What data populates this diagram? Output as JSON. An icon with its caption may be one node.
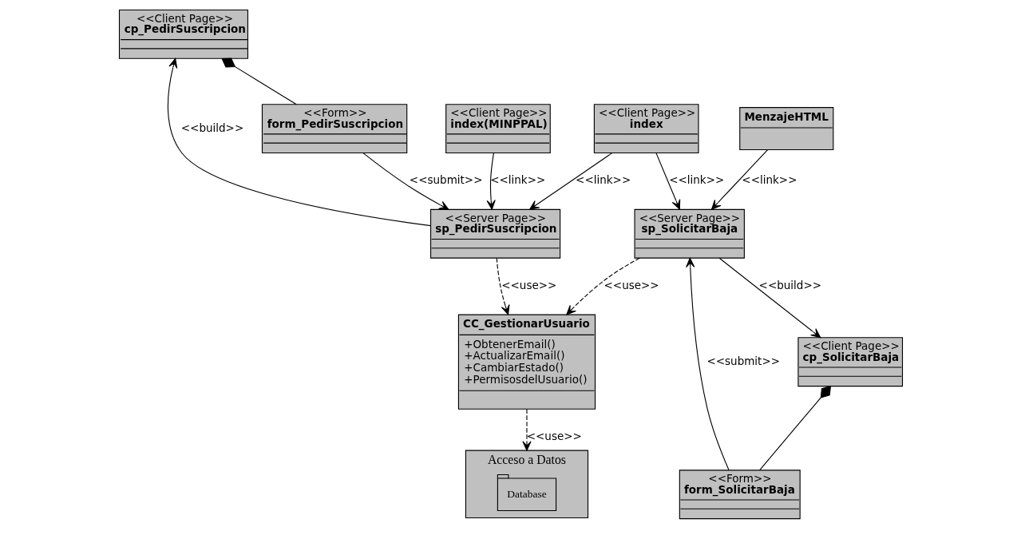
{
  "diagram": {
    "nodes": [
      {
        "text": [
          "<<Client Page>>",
          "cp_PedirSuscripcion"
        ]
      },
      {
        "text": [
          "<<Server Page>>",
          "sp_PedirSuscripcion"
        ]
      },
      {
        "text": [
          "CC_GestionarUsuario",
          "+ObtenerEmail()",
          "+ActualizarEmail()",
          "+CambiarEstado()",
          "+PermisosdelUsuario()"
        ]
      },
      {
        "text": [
          "<<Form>>",
          "form_PedirSuscripcion"
        ]
      },
      {
        "text": [
          "<<Client Page>>",
          "index(MINPPAL)"
        ]
      },
      {
        "text": [
          "<<Client Page>>",
          "index"
        ]
      },
      {
        "text": [
          "MenzajeHTML"
        ]
      },
      {
        "text": [
          "Acceso a Datos"
        ]
      },
      {
        "text": [
          "Database"
        ],
        "in": 7
      },
      {
        "text": [
          "<<Form>>",
          "form_SolicitarBaja"
        ]
      },
      {
        "text": [
          "<<Client Page>>",
          "cp_SolicitarBaja"
        ]
      },
      {
        "text": [
          "<<Server Page>>",
          "sp_SolicitarBaja"
        ]
      }
    ],
    "edges": [
      {
        "from": 1,
        "to": 0,
        "arrow": "to",
        "label": "<<build>>"
      },
      {
        "from": 1,
        "to": 2,
        "arrow": "to",
        "label": "<<use>>",
        "style": "dashed"
      },
      {
        "from": 0,
        "to": 3,
        "arrow": "other"
      },
      {
        "from": 3,
        "to": 1,
        "arrow": "to",
        "label": "<<submit>>"
      },
      {
        "from": 5,
        "to": 1,
        "arrow": "to",
        "label": "<<link>>"
      },
      {
        "from": 4,
        "to": 1,
        "arrow": "to",
        "label": "<<link>>"
      },
      {
        "from": 2,
        "to": 7,
        "arrow": "to",
        "label": "<<use>>",
        "style": "dashed"
      },
      {
        "from": 5,
        "to": 11,
        "arrow": "to",
        "label": "<<link>>"
      },
      {
        "from": 6,
        "to": 11,
        "arrow": "to",
        "label": "<<link>>"
      },
      {
        "from": 9,
        "to": 11,
        "arrow": "to",
        "label": "<<submit>>"
      },
      {
        "from": 10,
        "to": 9,
        "arrow": "other"
      },
      {
        "from": 11,
        "to": 10,
        "arrow": "to",
        "label": "<<build>>"
      },
      {
        "from": 11,
        "to": 2,
        "arrow": "to",
        "label": "<<use>>",
        "style": "dashed"
      }
    ]
  }
}
